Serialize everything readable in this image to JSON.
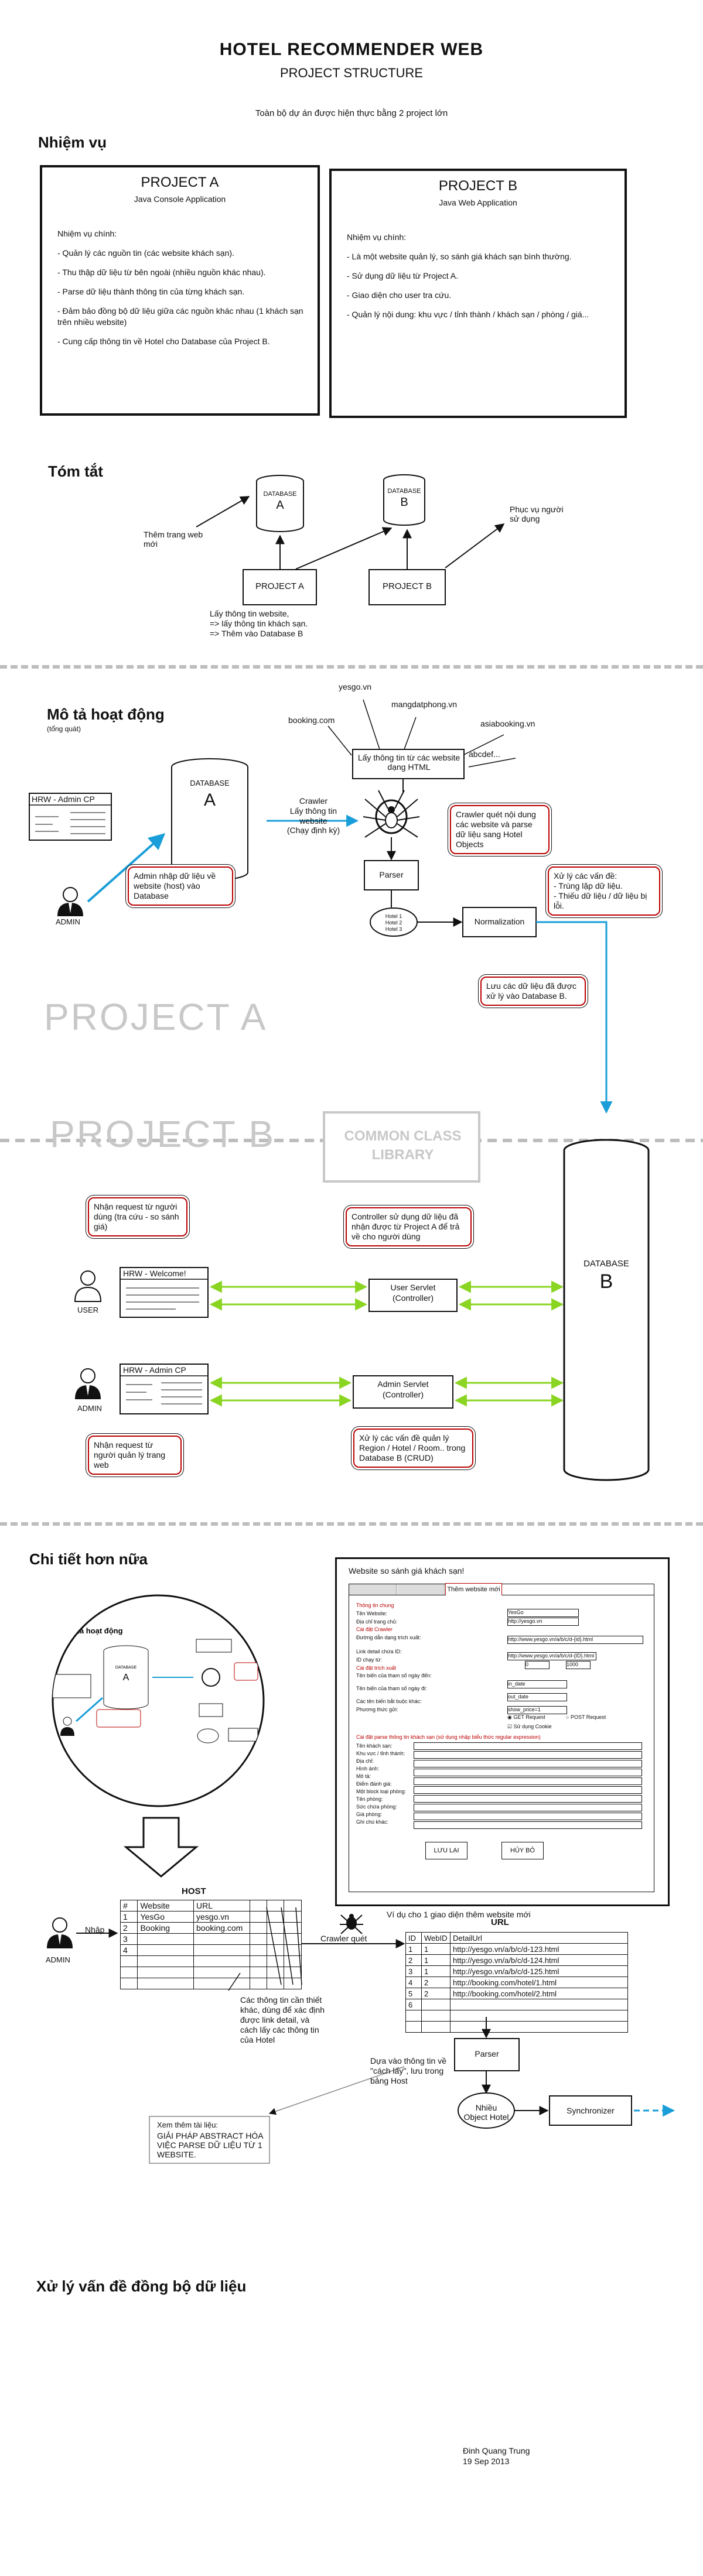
{
  "header": {
    "title": "HOTEL RECOMMENDER WEB",
    "subtitle": "PROJECT STRUCTURE",
    "intro": "Toàn bộ dự án được hiện thực bằng 2 project lớn"
  },
  "sections": {
    "nhiem_vu": "Nhiệm vụ",
    "tom_tat": "Tóm tắt",
    "mo_ta": "Mô tả hoạt động",
    "mo_ta_sub": "(tổng quát)",
    "chi_tiet": "Chi tiết hơn nữa",
    "xu_ly": "Xử lý vấn đề đồng bộ dữ liệu"
  },
  "project_a": {
    "title": "PROJECT A",
    "subtitle": "Java Console Application",
    "heading": "Nhiệm vụ chính:",
    "items": [
      "- Quản lý các nguồn tin (các website khách sạn).",
      "- Thu thập dữ liệu từ bên ngoài (nhiều nguồn khác nhau).",
      "- Parse dữ liệu thành thông tin của từng khách sạn.",
      "- Đảm bảo đồng bộ dữ liệu giữa các nguồn khác nhau (1 khách sạn trên nhiều website)",
      "- Cung cấp thông tin về Hotel cho Database của Project B."
    ]
  },
  "project_b": {
    "title": "PROJECT B",
    "subtitle": "Java Web Application",
    "heading": "Nhiệm vụ chính:",
    "items": [
      "- Là một website quản lý, so sánh giá khách sạn bình thường.",
      "- Sử dụng dữ liệu từ Project A.",
      "- Giao diện cho user tra cứu.",
      "- Quản lý nội dung: khu vực / tỉnh thành / khách sạn / phòng / giá..."
    ]
  },
  "summary": {
    "db_label": "DATABASE",
    "db_a": "A",
    "db_b": "B",
    "proj_a": "PROJECT A",
    "proj_b": "PROJECT B",
    "them_trang": "Thêm trang web mới",
    "phuc_vu": "Phục vụ người sử dụng",
    "lay_thong_tin": "Lấy thông tin website,\n=> lấy thông tin khách sạn.\n=> Thêm vào Database B"
  },
  "overview": {
    "sites": [
      "yesgo.vn",
      "mangdatphong.vn",
      "booking.com",
      "asiabooking.vn",
      "abcdef..."
    ],
    "lay_thong_tin_html": "Lấy thông tin từ các website dạng HTML",
    "db_label": "DATABASE",
    "db_a": "A",
    "crawler": "Crawler\nLấy thông tin website",
    "chay_dinh_ky": "(Chạy định kỳ)",
    "hrw_admin": "HRW - Admin CP",
    "admin": "ADMIN",
    "admin_note": "Admin nhập dữ liệu về website (host) vào Database",
    "crawler_note": "Crawler quét nội dung các website và parse dữ liệu sang Hotel Objects",
    "parser": "Parser",
    "hotels": [
      "Hotel 1",
      "Hotel 2",
      "Hotel 3"
    ],
    "normalization": "Normalization",
    "xu_ly_note": "Xử lý các vấn đề:\n- Trùng lặp dữ liệu.\n- Thiếu dữ liệu / dữ liệu bị lỗi.",
    "luu_note": "Lưu các dữ liệu đã được xử lý vào Database B.",
    "project_a_label": "PROJECT A",
    "project_b_label": "PROJECT B",
    "common_class": "COMMON CLASS\nLIBRARY",
    "db_b_label": "DATABASE",
    "db_b": "B",
    "user_req_note": "Nhận request từ người dùng (tra cứu - so sánh giá)",
    "hrw_welcome": "HRW - Welcome!",
    "user": "USER",
    "user_servlet": "User Servlet\n(Controller)",
    "controller_note": "Controller sử dụng dữ liệu đã nhận được từ Project A để trả về cho người dùng",
    "hrw_admin2": "HRW - Admin CP",
    "admin_servlet": "Admin Servlet\n(Controller)",
    "admin_req_note": "Nhận request từ người quản lý trang web",
    "crud_note": "Xử lý các vấn đề quản lý Region / Hotel / Room.. trong Database B (CRUD)"
  },
  "detail": {
    "form_title": "Website so sánh giá khách sạn!",
    "form_tab_active": "Thêm website mới",
    "form_rows": [
      "Tên Website:",
      "Địa chỉ trang chủ:",
      "Cài đặt Crawler",
      "Đường dẫn dạng trích xuất:",
      "Link detail chứa ID:",
      "ID chạy từ:",
      "Cài đặt trích xuất",
      "Tên biến của tham số ngày đến:",
      "Tên biến của tham số ngày đi:",
      "Các tên biến bắt buộc khác:",
      "Phương thức gửi:"
    ],
    "form_values": [
      "YesGo",
      "http://yesgo.vn",
      "http://www.yesgo.vn/a/b/c/d-{id}.html",
      "http://www.yesgo.vn/a/b/c/d-{ID}.html",
      "0",
      "1000",
      "in_date",
      "out_date",
      "show_price=1"
    ],
    "form_method_get": "GET Request",
    "form_method_post": "POST Request",
    "form_cookie": "Sử dụng Cookie",
    "form_section3": "Cài đặt parse thông tin khách sạn (sử dụng nhập biểu thức regular expression)",
    "form_parse_rows": [
      "Tên khách sạn:",
      "Khu vực / tỉnh thành:",
      "Địa chỉ:",
      "Hình ảnh:",
      "Mô tả:",
      "Điểm đánh giá:",
      "Một block loại phòng:",
      "Tên phòng:",
      "Sức chứa phòng:",
      "Giá phòng:",
      "Ghi chú khác:"
    ],
    "btn_save": "LƯU LẠI",
    "btn_cancel": "HỦY BỎ",
    "form_caption": "Ví dụ cho 1 giao diện thêm website mới",
    "host_title": "HOST",
    "host_headers": [
      "#",
      "Website",
      "URL"
    ],
    "host_rows": [
      [
        "1",
        "YesGo",
        "yesgo.vn"
      ],
      [
        "2",
        "Booking",
        "booking.com"
      ],
      [
        "3",
        "",
        ""
      ],
      [
        "4",
        "",
        ""
      ]
    ],
    "nhap": "Nhập",
    "admin": "ADMIN",
    "crawler_quet": "Crawler quét",
    "url_title": "URL",
    "url_headers": [
      "ID",
      "WebID",
      "DetailUrl"
    ],
    "url_rows": [
      [
        "1",
        "1",
        "http://yesgo.vn/a/b/c/d-123.html"
      ],
      [
        "2",
        "1",
        "http://yesgo.vn/a/b/c/d-124.html"
      ],
      [
        "3",
        "1",
        "http://yesgo.vn/a/b/c/d-125.html"
      ],
      [
        "4",
        "2",
        "http://booking.com/hotel/1.html"
      ],
      [
        "5",
        "2",
        "http://booking.com/hotel/2.html"
      ],
      [
        "6",
        "",
        ""
      ]
    ],
    "cac_thong_tin": "Các thông tin cần thiết khác, dùng để xác định được link detail, và cách lấy các thông tin của Hotel",
    "dua_vao": "Dựa vào thông tin về \"cách lấy\", lưu trong bảng Host",
    "parser": "Parser",
    "nhieu_object": "Nhiều Object Hotel",
    "synchronizer": "Synchronizer",
    "xem_them": "Xem thêm tài liệu:",
    "giai_phap": "GIẢI PHÁP ABSTRACT HÓA VIỆC PARSE DỮ LIỆU TỪ 1 WEBSITE."
  },
  "footer": {
    "author": "Đinh Quang Trung",
    "date": "19 Sep 2013"
  }
}
